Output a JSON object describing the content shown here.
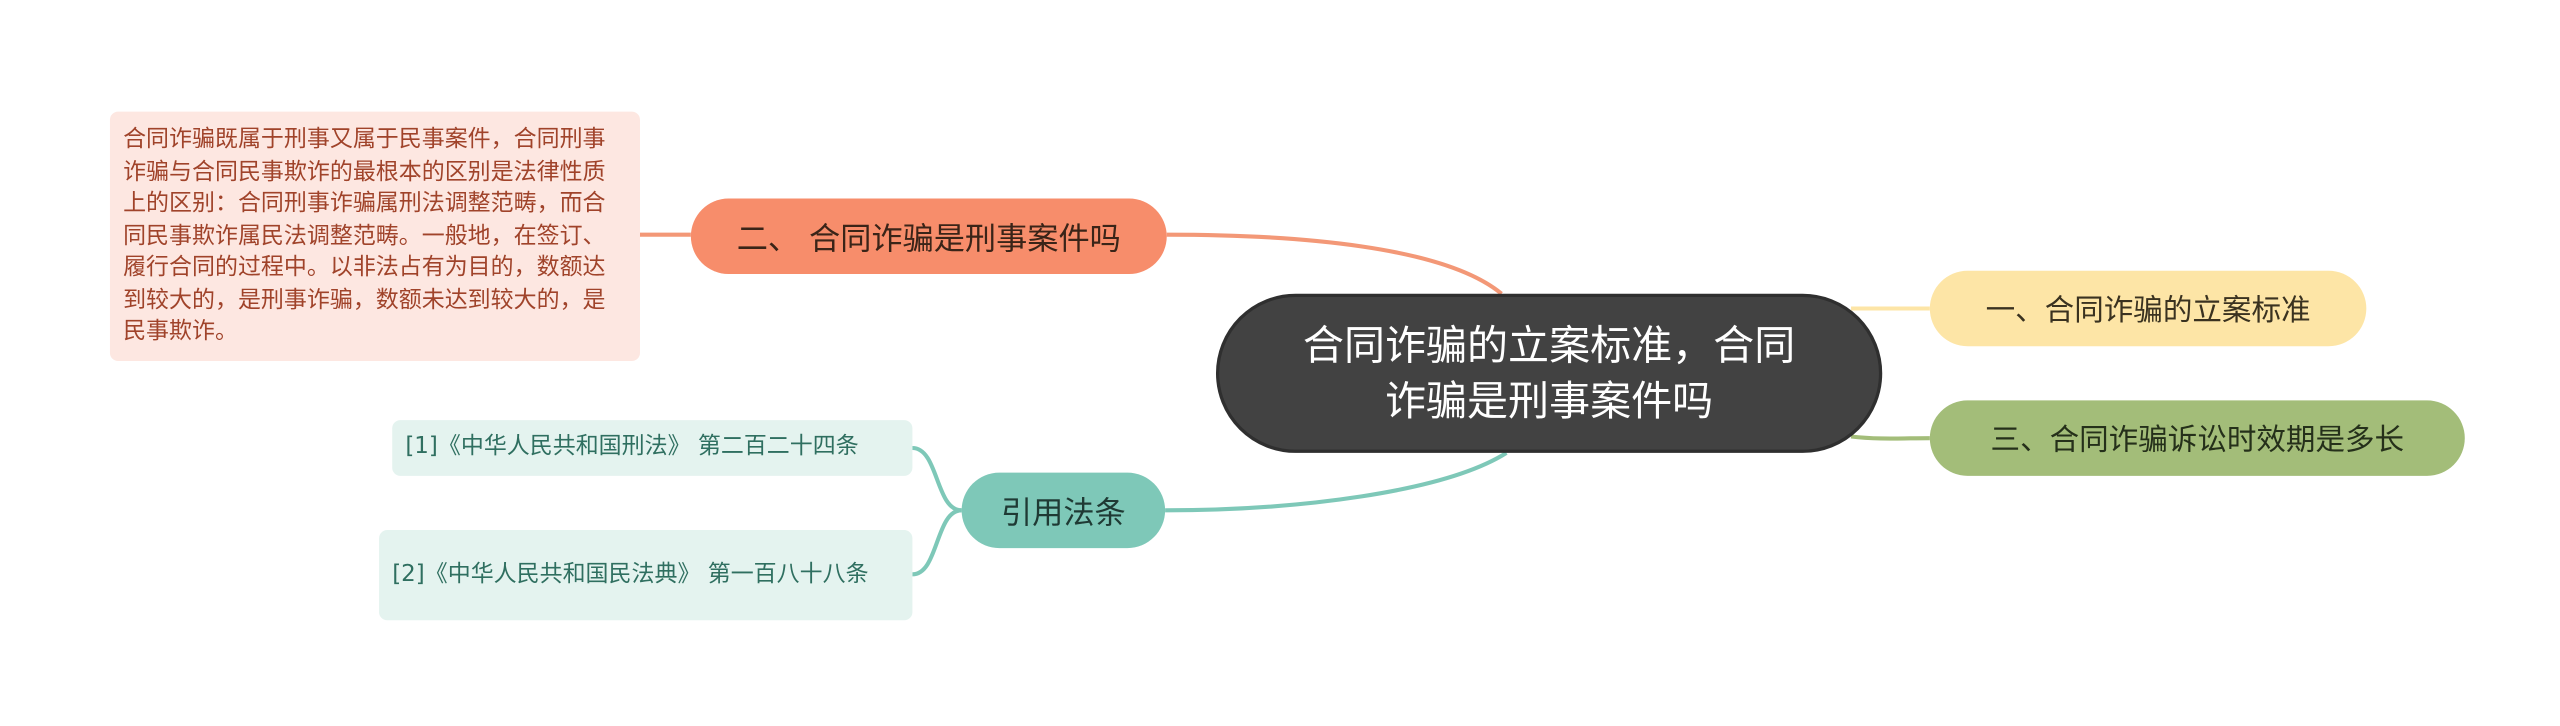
{
  "mindmap": {
    "root": {
      "label": "合同诈骗的立案标准，合同诈骗是刑事案件吗"
    },
    "branches": [
      {
        "label": "二、 合同诈骗是刑事案件吗",
        "color": "#f78d6b",
        "children": [
          {
            "text": "合同诈骗既属于刑事又属于民事案件，合同刑事诈骗与合同民事欺诈的最根本的区别是法律性质上的区别：合同刑事诈骗属刑法调整范畴，而合同民事欺诈属民法调整范畴。一般地，在签订、履行合同的过程中。以非法占有为目的，数额达到较大的，是刑事诈骗，数额未达到较大的，是民事欺诈。"
          }
        ]
      },
      {
        "label": "引用法条",
        "color": "#7ec8b8",
        "children": [
          {
            "text": "[1]《中华人民共和国刑法》 第二百二十四条"
          },
          {
            "text": "[2]《中华人民共和国民法典》 第一百八十八条"
          }
        ]
      },
      {
        "label": "一、合同诈骗的立案标准",
        "color": "#fde5a6",
        "children": []
      },
      {
        "label": "三、合同诈骗诉讼时效期是多长",
        "color": "#a3bd79",
        "children": []
      }
    ]
  },
  "colors": {
    "root_fill": "#424242",
    "orange_link": "#f39877",
    "teal_link": "#7ec8b8",
    "yellow_link": "#fde5a6",
    "green_link": "#a3bd79"
  }
}
